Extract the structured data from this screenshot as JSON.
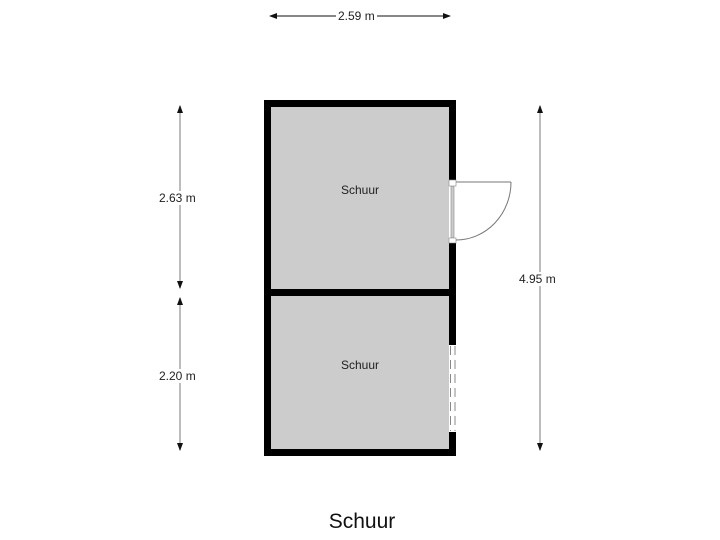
{
  "floorplan": {
    "title": "Schuur",
    "rooms": [
      {
        "name": "Schuur",
        "position": "top"
      },
      {
        "name": "Schuur",
        "position": "bottom"
      }
    ],
    "dimensions": {
      "width_top": "2.59 m",
      "left_upper": "2.63 m",
      "left_lower": "2.20 m",
      "right_total": "4.95 m"
    },
    "openings": [
      {
        "type": "door",
        "wall": "right",
        "room": "top"
      },
      {
        "type": "window",
        "wall": "right",
        "room": "bottom"
      }
    ],
    "colors": {
      "wall": "#000000",
      "floor": "#cccccc",
      "dimension_line": "#999999",
      "background": "#ffffff"
    }
  }
}
